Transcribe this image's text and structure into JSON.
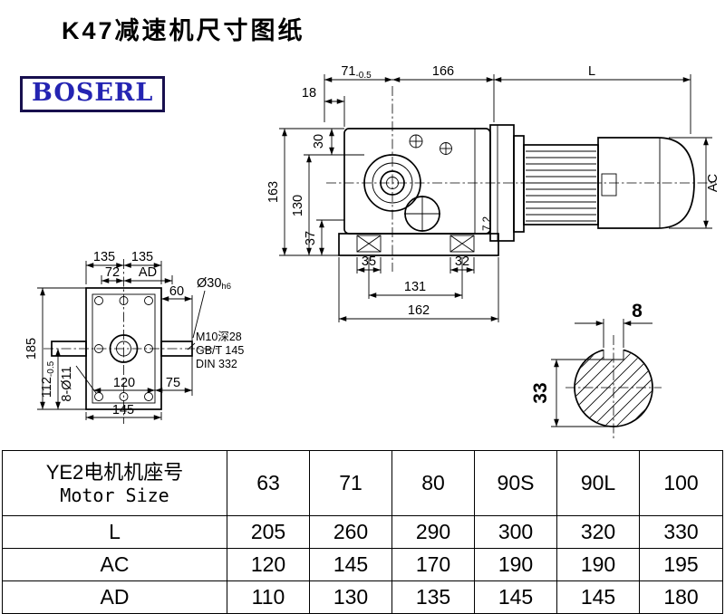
{
  "header": {
    "title": "K47减速机尺寸图纸",
    "brand": "BOSERL"
  },
  "side_view": {
    "dim_71": "71",
    "dim_71_tol": "-0.5",
    "dim_166": "166",
    "dim_L": "L",
    "dim_18": "18",
    "dim_30": "30",
    "dim_163": "163",
    "dim_130": "130",
    "dim_37": "37",
    "dim_7_2": "7.2",
    "dim_35": "35",
    "dim_32": "32",
    "dim_131": "131",
    "dim_162": "162",
    "dim_AC": "AC"
  },
  "front_view": {
    "dim_135_left": "135",
    "dim_135_right": "135",
    "dim_72": "72",
    "dim_AD": "AD",
    "dim_60": "60",
    "dim_shaft_dia": "Ø30",
    "dim_shaft_fit": "h6",
    "dim_185": "185",
    "dim_112": "112",
    "dim_112_tol": "-0.5",
    "dim_holes": "8-Ø11",
    "dim_120": "120",
    "dim_75": "75",
    "dim_145": "145",
    "note_line1": "M10深28",
    "note_line2": "GB/T 145",
    "note_line3": "DIN 332"
  },
  "shaft_section": {
    "dim_8": "8",
    "dim_33": "33"
  },
  "table": {
    "motor_label_cn": "YE2电机机座号",
    "motor_label_en": "Motor Size",
    "sizes": [
      "63",
      "71",
      "80",
      "90S",
      "90L",
      "100"
    ],
    "rows": [
      {
        "label": "L",
        "values": [
          "205",
          "260",
          "290",
          "300",
          "320",
          "330"
        ]
      },
      {
        "label": "AC",
        "values": [
          "120",
          "145",
          "170",
          "190",
          "190",
          "195"
        ]
      },
      {
        "label": "AD",
        "values": [
          "110",
          "130",
          "135",
          "145",
          "145",
          "180"
        ]
      }
    ]
  }
}
